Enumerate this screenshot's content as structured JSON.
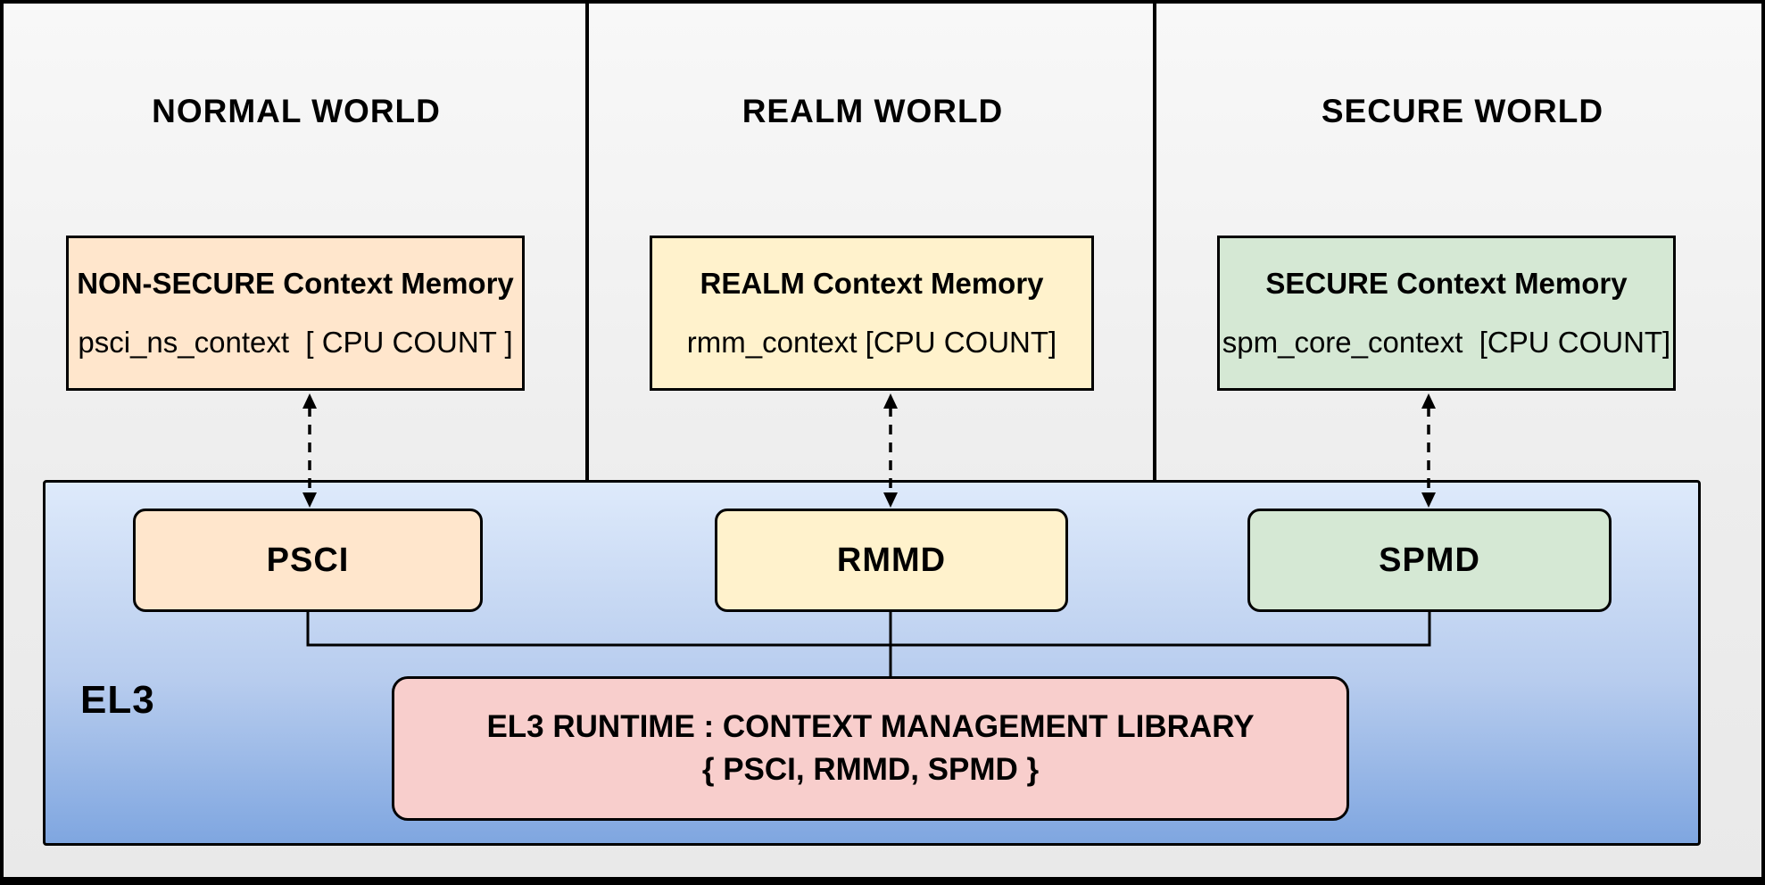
{
  "diagram": {
    "background": "#F2F2F2",
    "el3_gradient_top": "#DEEAFB",
    "el3_gradient_bottom": "#7FA6E0",
    "line_color": "#000000"
  },
  "worlds": [
    {
      "title": "NORMAL WORLD",
      "memory_box": {
        "title": "NON-SECURE Context Memory",
        "subtitle": "psci_ns_context  [ CPU COUNT ]",
        "fill": "#FFE6CC"
      },
      "dispatcher": {
        "label": "PSCI",
        "fill": "#FFE6CC"
      }
    },
    {
      "title": "REALM WORLD",
      "memory_box": {
        "title": "REALM Context Memory",
        "subtitle": "rmm_context [CPU COUNT]",
        "fill": "#FFF2CC"
      },
      "dispatcher": {
        "label": "RMMD",
        "fill": "#FFF2CC"
      }
    },
    {
      "title": "SECURE WORLD",
      "memory_box": {
        "title": "SECURE Context Memory",
        "subtitle": "spm_core_context  [CPU COUNT]",
        "fill": "#D5E8D4"
      },
      "dispatcher": {
        "label": "SPMD",
        "fill": "#D5E8D4"
      }
    }
  ],
  "el3": {
    "label": "EL3",
    "runtime_box": {
      "line1": "EL3 RUNTIME : CONTEXT MANAGEMENT LIBRARY",
      "line2": "{ PSCI, RMMD, SPMD }",
      "fill": "#F8CECC"
    }
  }
}
